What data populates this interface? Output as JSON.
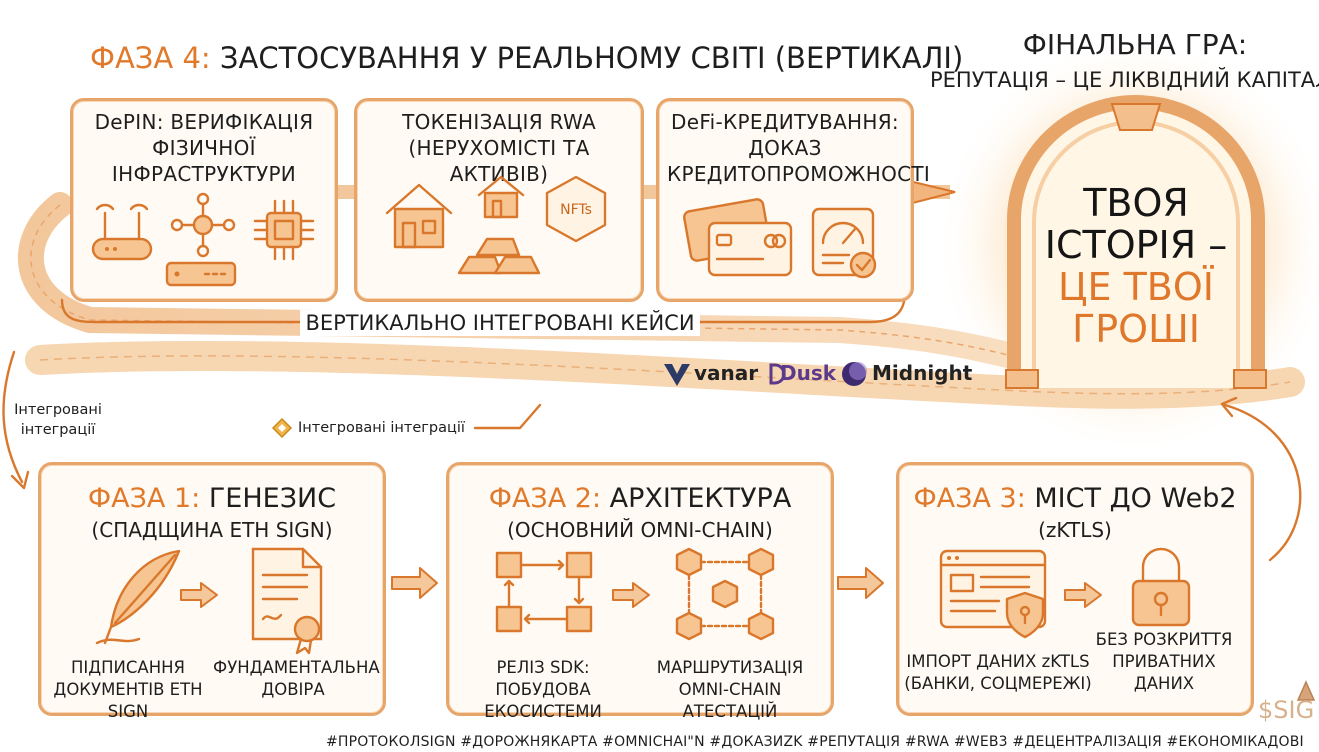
{
  "phase4": {
    "prefix": "ФАЗА 4:",
    "title": "ЗАСТОСУВАННЯ У РЕАЛЬНОМУ СВІТІ (ВЕРТИКАЛІ)",
    "cards": [
      {
        "title": "DePIN: ВЕРИФІКАЦІЯ ФІЗИЧНОЇ ІНФРАСТРУКТУРИ"
      },
      {
        "title": "ТОКЕНІЗАЦІЯ RWA (НЕРУХОМІСТІ ТА АКТИВІВ)",
        "nft_label": "NFTs"
      },
      {
        "title": "DeFi-КРЕДИТУВАННЯ: ДОКАЗ КРЕДИТОПРОМОЖНОСТІ"
      }
    ],
    "bracket_label": "ВЕРТИКАЛЬНО ІНТЕГРОВАНІ КЕЙСИ"
  },
  "final": {
    "heading": "ФІНАЛЬНА ГРА:",
    "subheading": "РЕПУТАЦІЯ – ЦЕ ЛІКВІДНИЙ КАПІТАЛ",
    "portal_line1": "ТВОЯ",
    "portal_line2": "ІСТОРІЯ –",
    "portal_line3": "ЦЕ ТВОЇ",
    "portal_line4": "ГРОШІ"
  },
  "partners": [
    "vanar",
    "Dusk",
    "Midnight"
  ],
  "integrations": {
    "left_label": "Інтегровані інтеграції",
    "center_label": "Інтегровані інтеграції"
  },
  "phase1": {
    "prefix": "ФАЗА 1:",
    "title": "ГЕНЕЗИС",
    "subtitle": "(СПАДЩИНА ETH SIGN)",
    "caption_left": "ПІДПИСАННЯ ДОКУМЕНТІВ ETH SIGN",
    "caption_right": "ФУНДАМЕНТАЛЬНА ДОВІРА"
  },
  "phase2": {
    "prefix": "ФАЗА 2:",
    "title": "АРХІТЕКТУРА",
    "subtitle": "(ОСНОВНИЙ OMNI-CHAIN)",
    "caption_left": "РЕЛІЗ SDK: ПОБУДОВА ЕКОСИСТЕМИ",
    "caption_right": "МАРШРУТИЗАЦІЯ OMNI-CHAIN АТЕСТАЦІЙ"
  },
  "phase3": {
    "prefix": "ФАЗА 3:",
    "title": "МІСТ ДО Web2",
    "subtitle": "(zKTLS)",
    "caption_left": "ІМПОРТ ДАНИХ zKTLS (БАНКИ, СОЦМЕРЕЖІ)",
    "caption_right": "БЕЗ РОЗКРИТТЯ ПРИВАТНИХ ДАНИХ"
  },
  "logo": "$SIG",
  "hashtags": "#ПРОТОКОЛSIGN #ДОРОЖНЯКАРТА #OMNICHAI\"N #ДОКАЗИZK #РЕПУТАЦІЯ #RWA #WEB3 #ДЕЦЕНТРАЛІЗАЦІЯ #ЕКОНОМІКАДОВІ"
}
